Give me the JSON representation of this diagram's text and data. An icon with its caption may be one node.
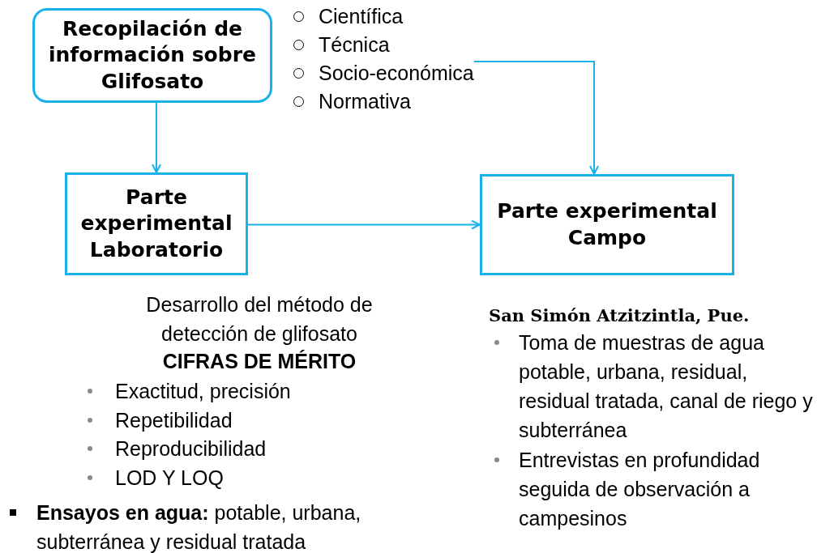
{
  "diagram": {
    "nodes": [
      {
        "text": [
          "Recopilación de información sobre Glifosato"
        ]
      },
      {
        "text": [
          "Científica",
          "Técnica",
          "Socio-económica",
          "Normativa"
        ]
      },
      {
        "text": [
          "Parte experimental Laboratorio"
        ]
      },
      {
        "text": [
          "Parte experimental Campo"
        ]
      }
    ],
    "edges": [
      {
        "from": 0,
        "to": 2,
        "arrow": "to"
      },
      {
        "from": 1,
        "to": 3,
        "arrow": "to"
      },
      {
        "from": 2,
        "to": 3,
        "arrow": "to"
      }
    ],
    "labels": [
      "Desarrollo del método de detección de glifosato",
      "CIFRAS DE MÉRITO",
      "Exactitud, precisión",
      "Repetibilidad",
      "Reproducibilidad",
      "LOD Y LOQ",
      "**Ensayos en agua:** potable, urbana, subterránea  y residual tratada",
      "San Simón Atzitzintla, Pue.",
      "Toma de muestras de agua potable, urbana, residual, residual tratada, canal de riego y subterránea",
      "Entrevistas en profundidad seguida de observación a campesinos"
    ]
  }
}
